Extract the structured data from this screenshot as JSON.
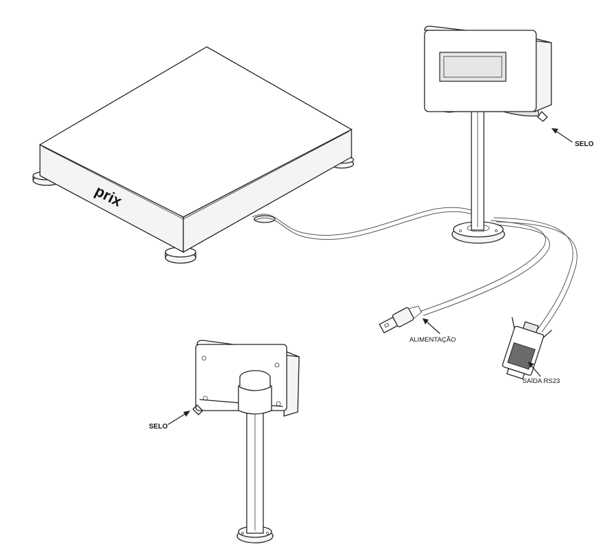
{
  "brand": "prix",
  "labels": {
    "selo_top": "SELO",
    "selo_bottom": "SELO",
    "alimentacao": "ALIMENTAÇÃO",
    "saida": "SAÍDA RS23"
  }
}
